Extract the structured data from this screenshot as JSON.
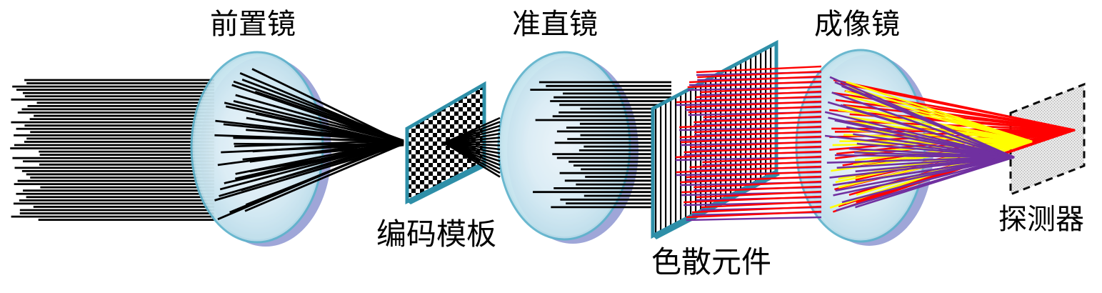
{
  "labels": {
    "fore_lens": "前置镜",
    "coded_mask": "编码模板",
    "collimator": "准直镜",
    "dispersive_element": "色散元件",
    "imaging_lens": "成像镜",
    "detector": "探测器"
  },
  "colors": {
    "lens_fill": "#d4ecf4",
    "lens_rim": "#5fb3cc",
    "lens_back": "#9fa6d8",
    "mask_frame": "#2e8fa8",
    "ray_black": "#000000",
    "ray_red": "#ff0000",
    "ray_purple": "#7030a0",
    "ray_yellow": "#ffff00",
    "detector_outline": "#000000"
  }
}
